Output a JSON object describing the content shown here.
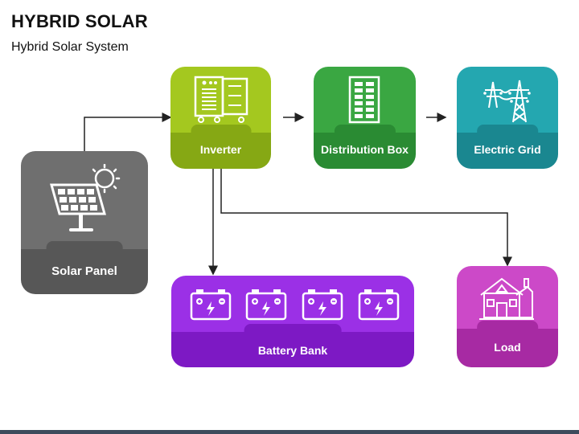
{
  "header": {
    "title": "HYBRID SOLAR",
    "subtitle": "Hybrid Solar System"
  },
  "nodes": {
    "solar_panel": {
      "label": "Solar Panel",
      "icon": "solar-panel-icon",
      "top_color": "#6f6f6f",
      "bottom_color": "#575757"
    },
    "inverter": {
      "label": "Inverter",
      "icon": "inverter-icon",
      "top_color": "#a4c81f",
      "bottom_color": "#86a814"
    },
    "distribution_box": {
      "label": "Distribution Box",
      "icon": "distribution-box-icon",
      "top_color": "#3aa742",
      "bottom_color": "#2a8b33"
    },
    "electric_grid": {
      "label": "Electric Grid",
      "icon": "transmission-tower-icon",
      "top_color": "#24a7b0",
      "bottom_color": "#1a8790"
    },
    "battery_bank": {
      "label": "Battery Bank",
      "icon": "battery-icon",
      "top_color": "#9b30e6",
      "bottom_color": "#7d19c4"
    },
    "load": {
      "label": "Load",
      "icon": "house-icon",
      "top_color": "#cc49c8",
      "bottom_color": "#a72aa3"
    }
  },
  "colors": {
    "connector": "#222222",
    "footer": "#3d4b5c"
  }
}
